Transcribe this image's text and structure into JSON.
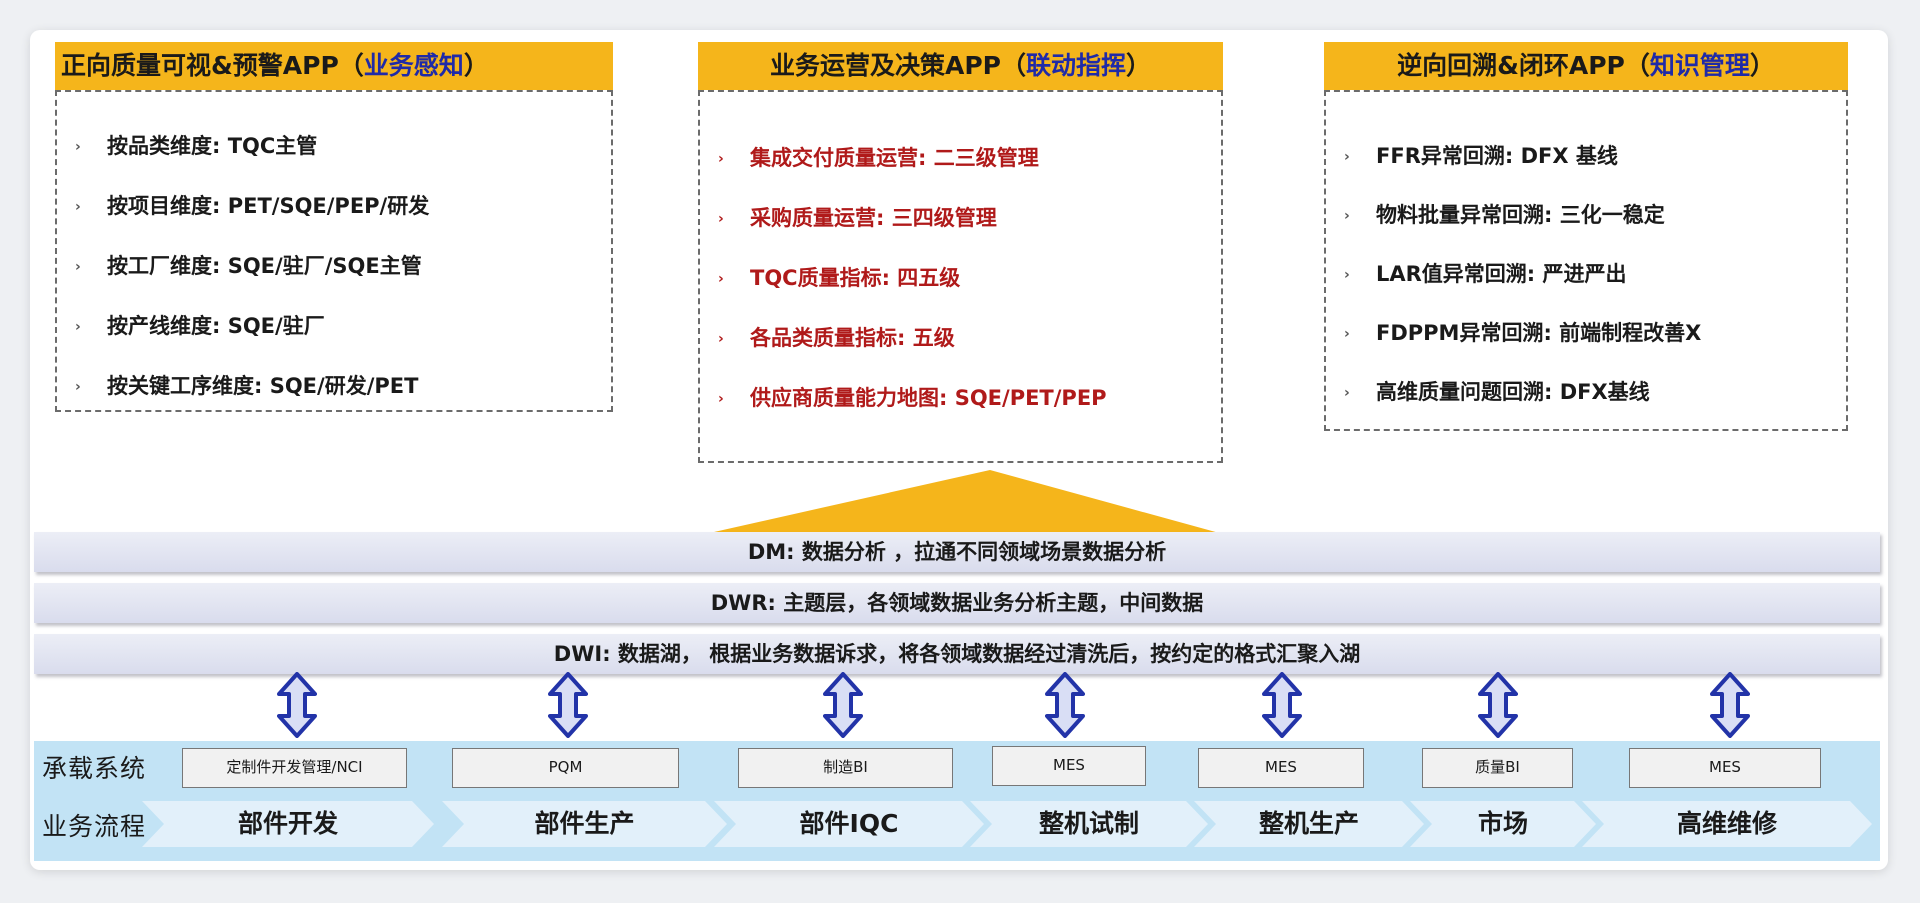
{
  "panels": [
    {
      "title": "正向质量可视&预警APP（",
      "title_highlight": "业务感知",
      "title_end": "）",
      "items": [
        "按品类维度:  TQC主管",
        "按项目维度: PET/SQE/PEP/研发",
        "按工厂维度: SQE/驻厂/SQE主管",
        "按产线维度: SQE/驻厂",
        "按关键工序维度: SQE/研发/PET"
      ]
    },
    {
      "title": "业务运营及决策APP（",
      "title_highlight": "联动指挥",
      "title_end": "）",
      "items": [
        "集成交付质量运营: 二三级管理",
        "采购质量运营: 三四级管理",
        "TQC质量指标: 四五级",
        "各品类质量指标: 五级",
        "供应商质量能力地图: SQE/PET/PEP"
      ]
    },
    {
      "title": "逆向回溯&闭环APP（",
      "title_highlight": "知识管理",
      "title_end": "）",
      "items": [
        "FFR异常回溯: DFX 基线",
        "物料批量异常回溯: 三化一稳定",
        "LAR值异常回溯: 严进严出",
        "FDPPM异常回溯: 前端制程改善X",
        "高维质量问题回溯: DFX基线"
      ]
    }
  ],
  "layers": [
    "DM: 数据分析 ，拉通不同领域场景数据分析",
    "DWR: 主题层，各领域数据业务分析主题，中间数据",
    "DWI: 数据湖， 根据业务数据诉求，将各领域数据经过清洗后，按约定的格式汇聚入湖"
  ],
  "row_labels": {
    "systems": "承载系统",
    "process": "业务流程"
  },
  "systems": [
    "定制件开发管理/NCI",
    "PQM",
    "制造BI",
    "MES",
    "MES",
    "质量BI",
    "MES"
  ],
  "process": [
    "部件开发",
    "部件生产",
    "部件IQC",
    "整机试制",
    "整机生产",
    "市场",
    "高维维修"
  ],
  "bullet_glyph": "›",
  "colors": {
    "title_bg": "#f5b51b",
    "title_highlight": "#1f2aa8",
    "red_text": "#b01a1a",
    "arrow_fill": "#d9def5",
    "arrow_stroke": "#2233a8",
    "band": "#c2e3f5"
  }
}
